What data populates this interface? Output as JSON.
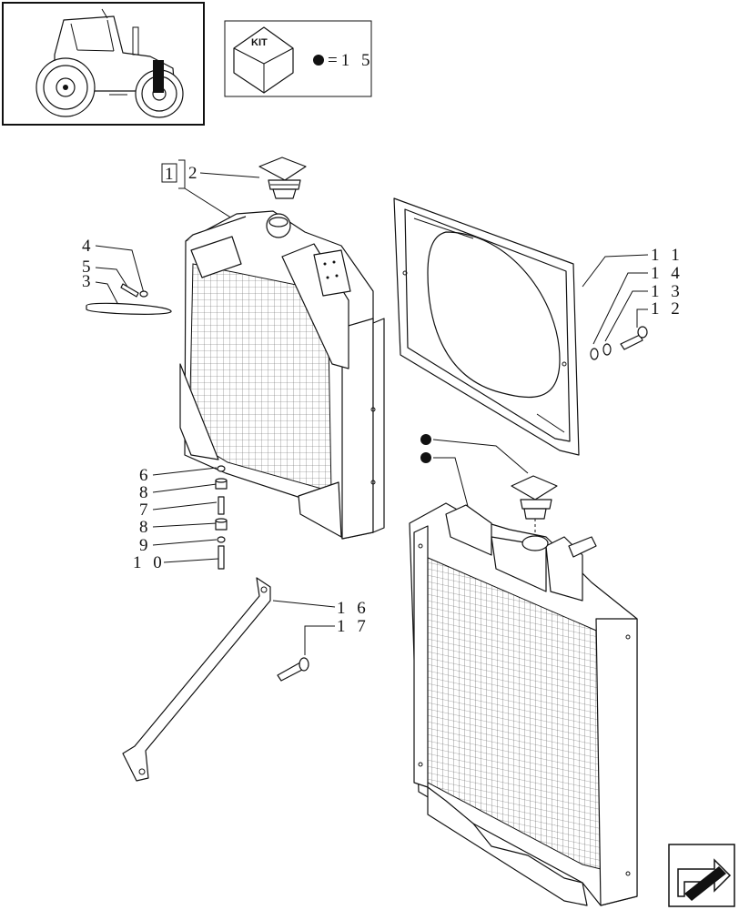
{
  "kit_box": {
    "label": "KIT",
    "note": "=1 5"
  },
  "ref_box": {
    "label": "1"
  },
  "callouts": {
    "c2": "2",
    "c4": "4",
    "c5": "5",
    "c3": "3",
    "c11": "1 1",
    "c14": "1 4",
    "c13": "1 3",
    "c12": "1 2",
    "c6": "6",
    "c8a": "8",
    "c7": "7",
    "c8b": "8",
    "c9": "9",
    "c10": "1 0",
    "c16": "1 6",
    "c17": "1 7"
  },
  "icons": {
    "thumbnail": "tractor-thumbnail-icon",
    "kit": "kit-cube-icon",
    "nav": "next-page-arrow-icon"
  }
}
